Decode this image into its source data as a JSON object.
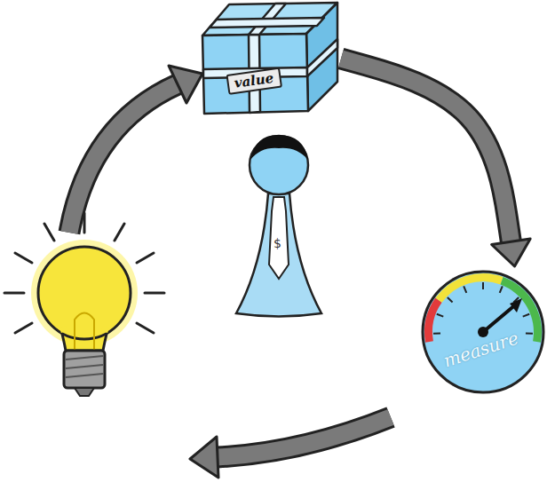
{
  "diagram": {
    "nodes": [
      {
        "text": [
          "value"
        ]
      },
      {
        "text": [
          "$"
        ]
      },
      {
        "text": [
          "measure"
        ]
      }
    ],
    "edges": [
      {
        "from": 0,
        "to": 2,
        "arrow": "to"
      }
    ]
  }
}
